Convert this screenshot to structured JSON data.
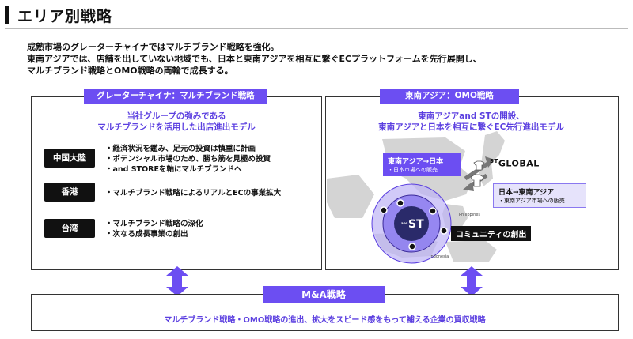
{
  "header": {
    "title": "エリア別戦略",
    "intro": [
      "成熟市場のグレーターチャイナではマルチブランド戦略を強化。",
      "東南アジアでは、店舗を出していない地域でも、日本と東南アジアを相互に繋ぐECプラットフォームを先行展開し、",
      "マルチブランド戦略とOMO戦略の両輪で成長する。"
    ]
  },
  "left_panel": {
    "tag": "グレーターチャイナ：マルチブランド戦略",
    "subtitle": [
      "当社グループの強みである",
      "マルチブランドを活用した出店進出モデル"
    ],
    "regions": [
      {
        "label": "中国大陸",
        "bullets": [
          "・経済状況を鑑み、足元の投資は慎重に計画",
          "・ポテンシャル市場のため、勝ち筋を見極め投資",
          "・and STOREを軸にマルチブランドへ"
        ]
      },
      {
        "label": "香港",
        "bullets": [
          "・マルチブランド戦略によるリアルとECの事業拡大"
        ]
      },
      {
        "label": "台湾",
        "bullets": [
          "・マルチブランド戦略の深化",
          "・次なる成長事業の創出"
        ]
      }
    ]
  },
  "right_panel": {
    "tag": "東南アジア：OMO戦略",
    "subtitle": [
      "東南アジアand STの開設、",
      "東南アジアと日本を相互に繋ぐEC先行進出モデル"
    ],
    "box_sea_to_jp": {
      "title": "東南アジア→日本",
      "sub": "・日本市場への販売"
    },
    "box_jp_to_sea": {
      "title": "日本→東南アジア",
      "sub": "・東南アジア市場への販売"
    },
    "global_logo": "GLOBAL",
    "community": "コミュニティの創出",
    "map_labels": {
      "philippines": "Philippines",
      "indonesia": "Indonesia"
    }
  },
  "bottom": {
    "tag": "M&A戦略",
    "text": "マルチブランド戦略・OMO戦略の進出、拡大をスピード感をもって補える企業の買収戦略"
  },
  "colors": {
    "accent": "#6c4ef2",
    "dark": "#111111",
    "map": "#dcdcdc"
  }
}
